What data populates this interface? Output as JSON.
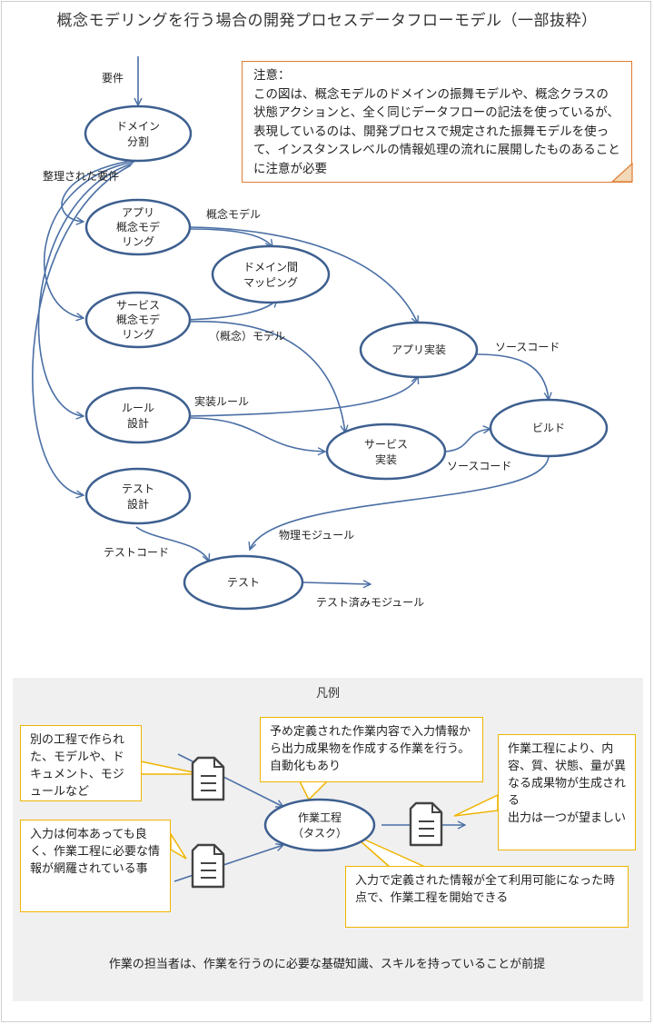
{
  "title": "概念モデリングを行う場合の開発プロセスデータフローモデル（一部抜粋）",
  "note": {
    "title": "注意：",
    "body": "この図は、概念モデルのドメインの振舞モデルや、概念クラスの状態アクションと、全く同じデータフローの記法を使っているが、表現しているのは、開発プロセスで規定された振舞モデルを使って、インスタンスレベルの情報処理の流れに展開したものあることに注意が必要"
  },
  "nodes": {
    "domain_split": [
      "ドメイン",
      "分割"
    ],
    "app_modeling": [
      "アプリ",
      "概念モデ",
      "リング"
    ],
    "domain_mapping": [
      "ドメイン間",
      "マッピング"
    ],
    "service_modeling": [
      "サービス",
      "概念モデ",
      "リング"
    ],
    "app_impl": [
      "アプリ実装"
    ],
    "rule_design": [
      "ルール",
      "設計"
    ],
    "service_impl": [
      "サービス",
      "実装"
    ],
    "build": [
      "ビルド"
    ],
    "test_design": [
      "テスト",
      "設計"
    ],
    "test": [
      "テスト"
    ]
  },
  "flow_labels": {
    "requirements": "要件",
    "organized_requirements": "整理された要件",
    "concept_model": "概念モデル",
    "concept_model2": "（概念）モデル",
    "source_code": "ソースコード",
    "impl_rule": "実装ルール",
    "source_code2": "ソースコード",
    "physical_module": "物理モジュール",
    "test_code": "テストコード",
    "tested_module": "テスト済みモジュール"
  },
  "legend": {
    "title": "凡例",
    "task_node": [
      "作業工程",
      "（タスク）"
    ],
    "callouts": {
      "other_process": "別の工程で作られた、モデルや、ドキュメント、モジュールなど",
      "input_any": "入力は何本あっても良く、作業工程に必要な情報が網羅されている事",
      "task_def": "予め定義された作業内容で入力情報から出力成果物を作成する作業を行う。自動化もあり",
      "output": "作業工程により、内容、質、状態、量が異なる成果物が生成される\n出力は一つが望ましい",
      "start": "入力で定義された情報が全て利用可能になった時点で、作業工程を開始できる"
    },
    "footer": "作業の担当者は、作業を行うのに必要な基礎知識、スキルを持っていることが前提"
  },
  "colors": {
    "node_stroke": "#3d5f8f",
    "arrow": "#4a6fa5",
    "note_border": "#e07b30",
    "callout_border": "#f0b400",
    "legend_bg": "#f0f0f0"
  },
  "icons": [
    "document-icon"
  ]
}
